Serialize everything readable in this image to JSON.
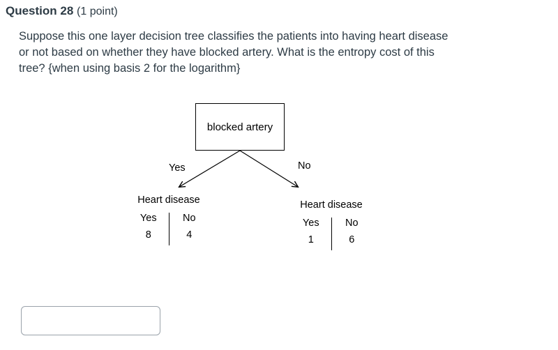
{
  "header": {
    "title": "Question 28",
    "points": "(1 point)"
  },
  "question": {
    "lines": [
      "Suppose this one layer decision tree classifies the patients into having heart disease",
      "or not based on whether they have blocked artery. What is the entropy cost of this",
      "tree? {when using basis 2 for the logarithm}"
    ]
  },
  "tree": {
    "root": {
      "label": "blocked artery"
    },
    "branches": {
      "left_label": "Yes",
      "right_label": "No"
    },
    "leaves": {
      "left": {
        "title": "Heart disease",
        "columns": [
          "Yes",
          "No"
        ],
        "values": [
          "8",
          "4"
        ]
      },
      "right": {
        "title": "Heart disease",
        "columns": [
          "Yes",
          "No"
        ],
        "values": [
          "1",
          "6"
        ]
      }
    }
  },
  "answer_input": {
    "value": ""
  },
  "colors": {
    "body_text": "#2D3B45",
    "diagram": "#000000",
    "input_border": "#9aa2aa"
  }
}
